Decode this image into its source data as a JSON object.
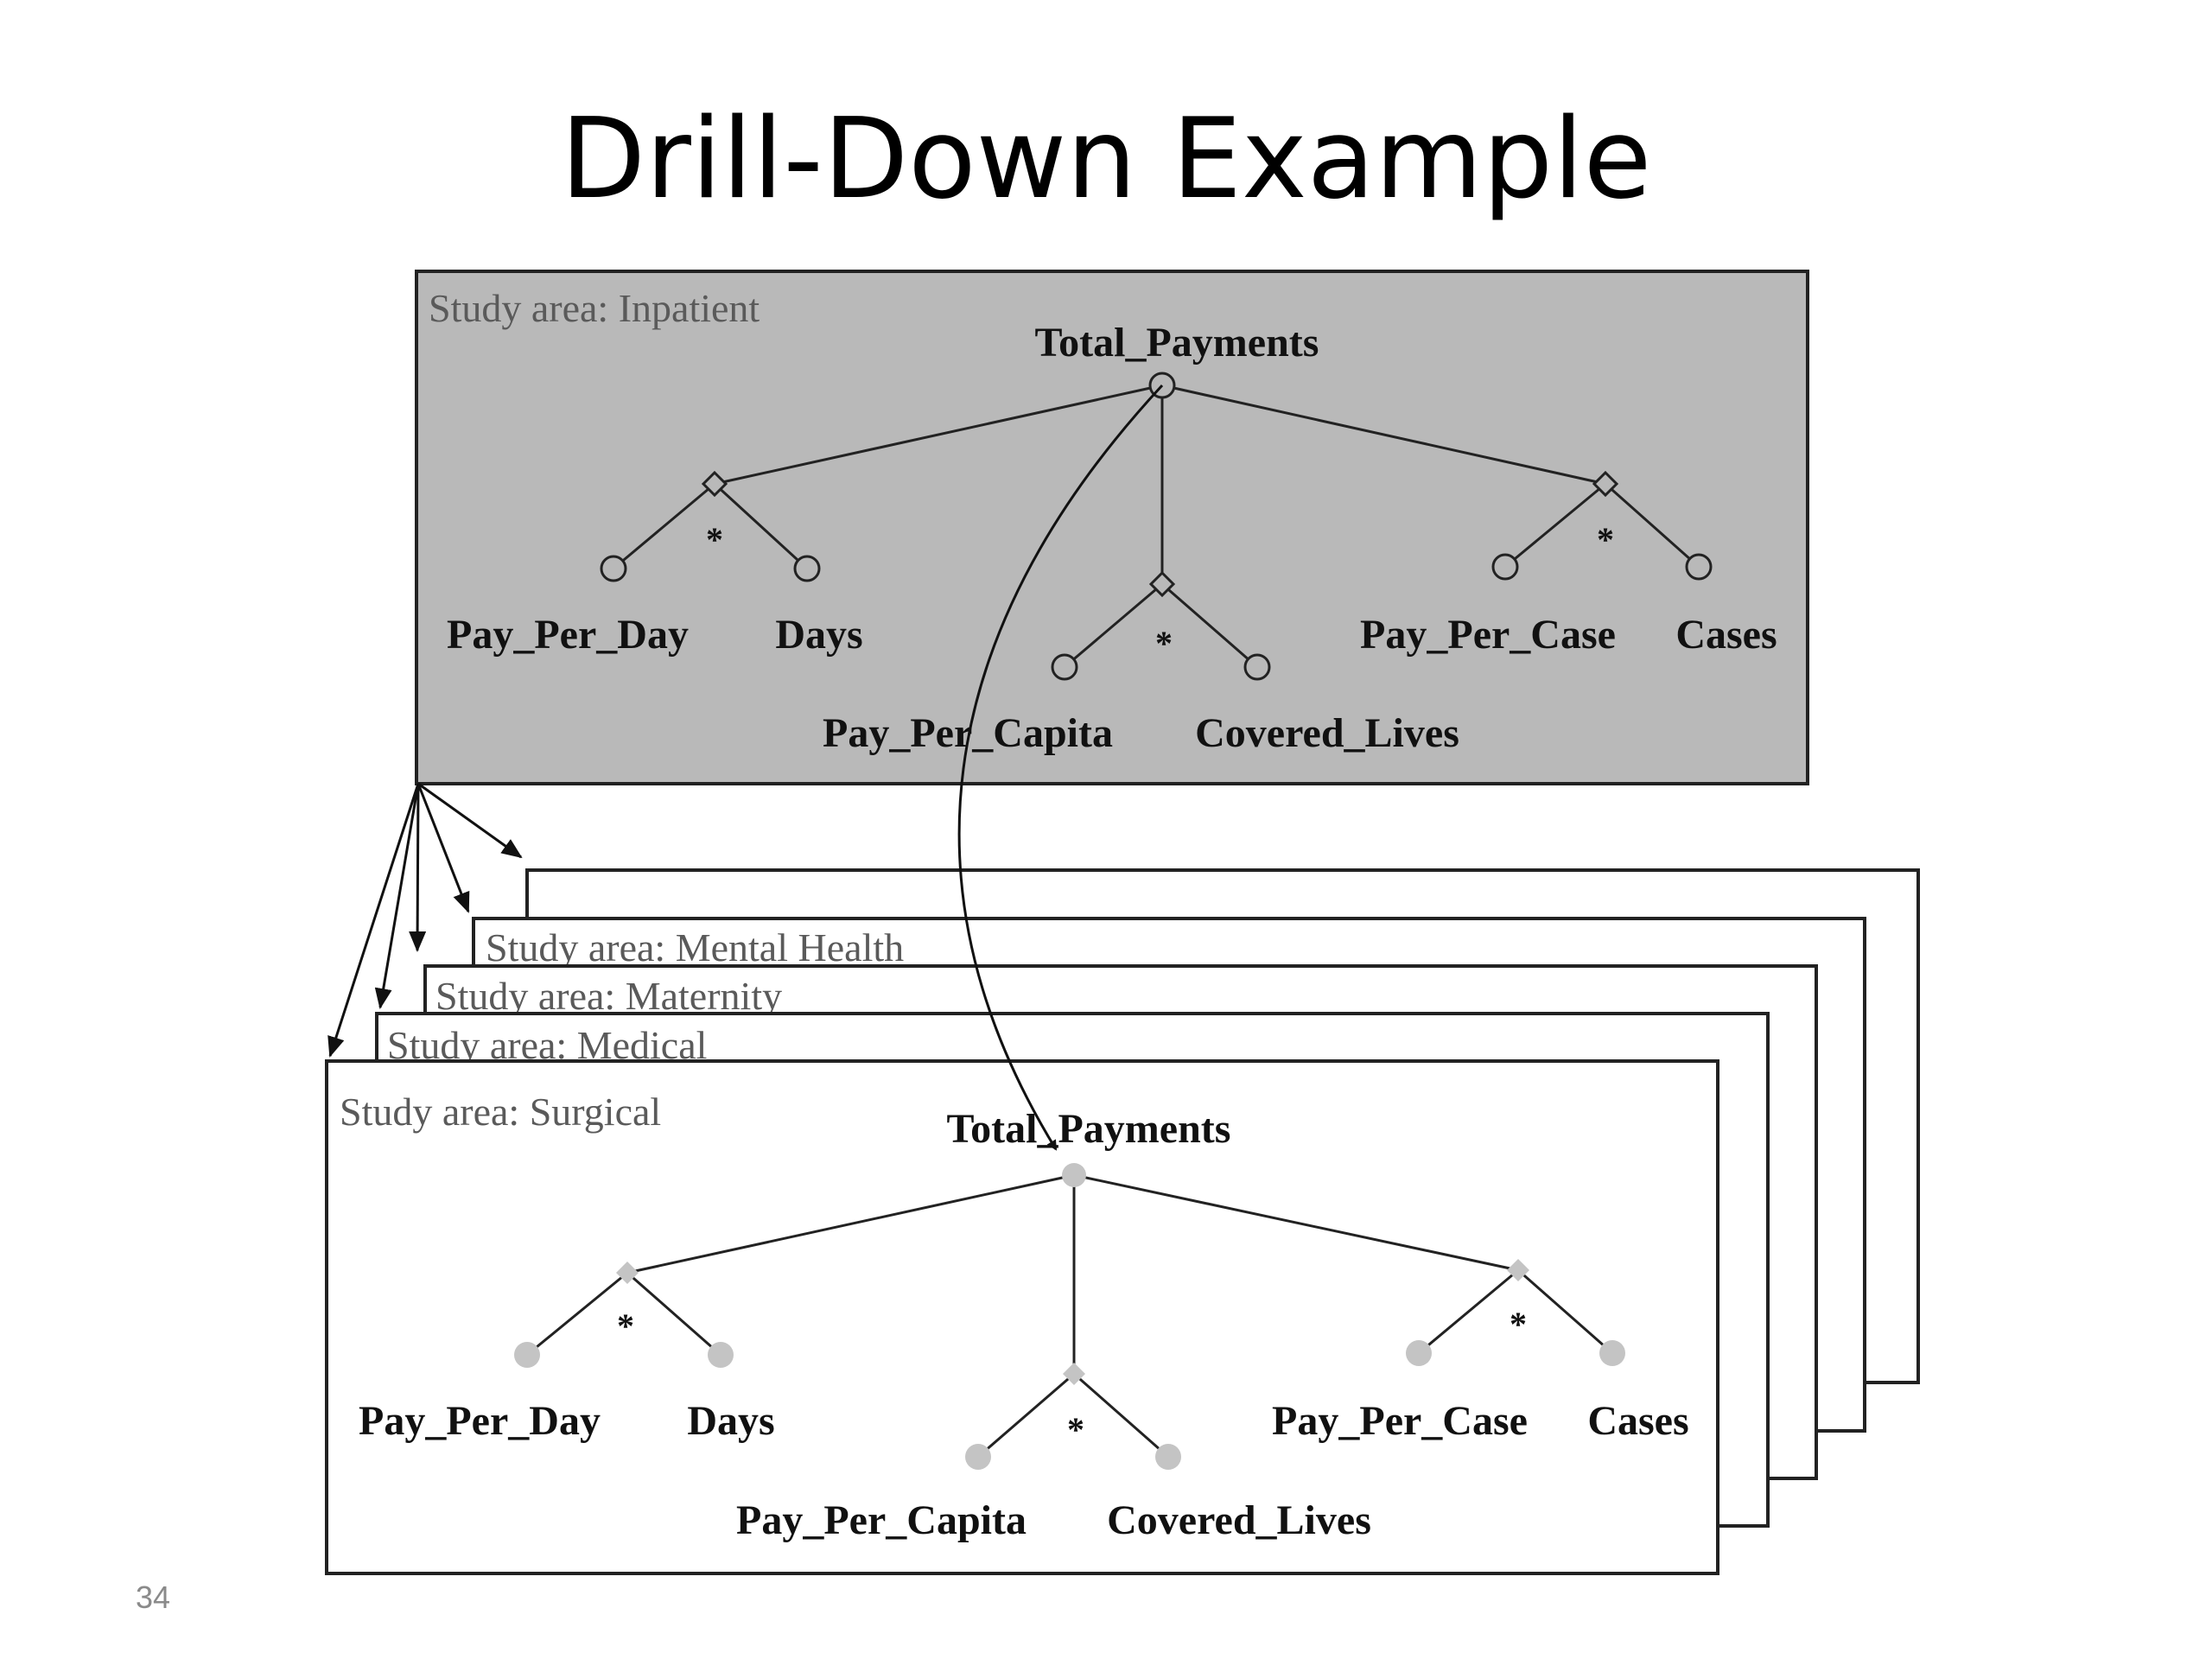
{
  "slide": {
    "title": "Drill-Down Example",
    "page_number": "34"
  },
  "diagram": {
    "top_area": {
      "label": "Study area: Inpatient",
      "root": "Total_Payments",
      "operator": "*",
      "leaves": {
        "pay_per_day": "Pay_Per_Day",
        "days": "Days",
        "pay_per_capita": "Pay_Per_Capita",
        "covered_lives": "Covered_Lives",
        "pay_per_case": "Pay_Per_Case",
        "cases": "Cases"
      }
    },
    "stacked_areas": [
      "Study area: Mental Health",
      "Study area: Maternity",
      "Study area: Medical"
    ],
    "front_area": {
      "label": "Study area: Surgical",
      "root": "Total_Payments",
      "operator": "*",
      "leaves": {
        "pay_per_day": "Pay_Per_Day",
        "days": "Days",
        "pay_per_capita": "Pay_Per_Capita",
        "covered_lives": "Covered_Lives",
        "pay_per_case": "Pay_Per_Case",
        "cases": "Cases"
      }
    }
  },
  "colors": {
    "top_panel_fill": "#b9b9b9",
    "front_node_fill": "#c4c4c4",
    "frame_stroke": "#222222"
  }
}
